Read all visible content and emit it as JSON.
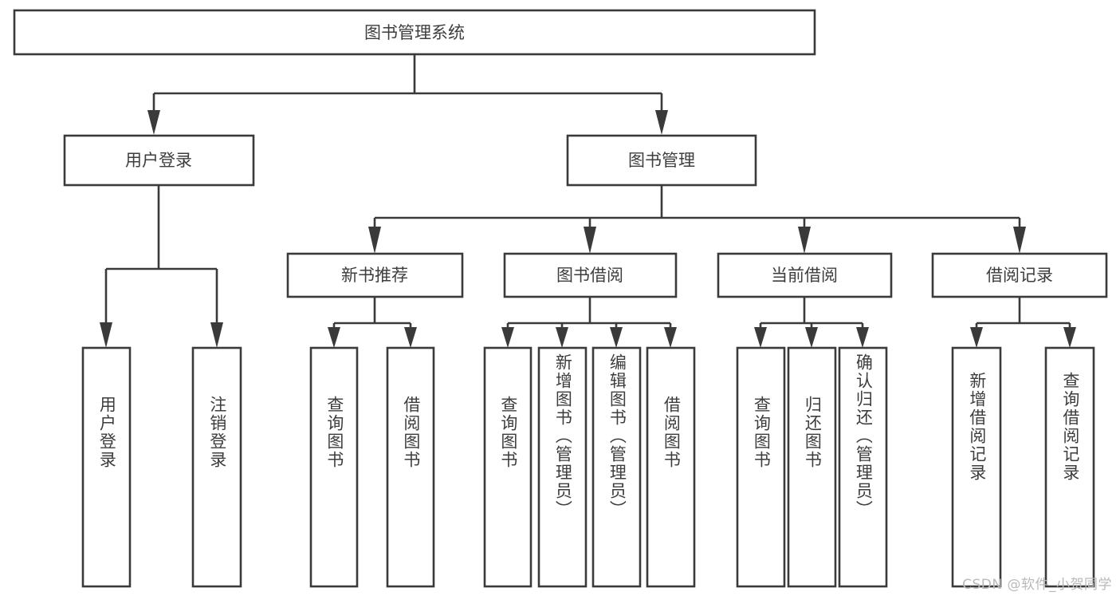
{
  "diagram": {
    "title": "图书管理系统",
    "type": "tree-structure-chart",
    "watermark": "CSDN @软件_小贺同学",
    "levels": [
      {
        "level": 1,
        "nodes": [
          {
            "id": "root",
            "label": "图书管理系统",
            "orientation": "horizontal"
          }
        ]
      },
      {
        "level": 2,
        "nodes": [
          {
            "id": "user-login",
            "label": "用户登录",
            "orientation": "horizontal",
            "parent": "root"
          },
          {
            "id": "book-mgmt",
            "label": "图书管理",
            "orientation": "horizontal",
            "parent": "root"
          }
        ]
      },
      {
        "level": 3,
        "nodes": [
          {
            "id": "new-book-rec",
            "label": "新书推荐",
            "orientation": "horizontal",
            "parent": "book-mgmt"
          },
          {
            "id": "book-borrow",
            "label": "图书借阅",
            "orientation": "horizontal",
            "parent": "book-mgmt"
          },
          {
            "id": "current-borrow",
            "label": "当前借阅",
            "orientation": "horizontal",
            "parent": "book-mgmt"
          },
          {
            "id": "borrow-record",
            "label": "借阅记录",
            "orientation": "horizontal",
            "parent": "book-mgmt"
          }
        ]
      },
      {
        "level": 4,
        "nodes": [
          {
            "id": "leaf-user-login",
            "label": "用户登录",
            "orientation": "vertical",
            "parent": "user-login"
          },
          {
            "id": "leaf-logout",
            "label": "注销登录",
            "orientation": "vertical",
            "parent": "user-login"
          },
          {
            "id": "leaf-query-book-1",
            "label": "查询图书",
            "orientation": "vertical",
            "parent": "new-book-rec"
          },
          {
            "id": "leaf-borrow-book-1",
            "label": "借阅图书",
            "orientation": "vertical",
            "parent": "new-book-rec"
          },
          {
            "id": "leaf-query-book-2",
            "label": "查询图书",
            "orientation": "vertical",
            "parent": "book-borrow"
          },
          {
            "id": "leaf-add-book",
            "label": "新增图书（管理员）",
            "orientation": "vertical",
            "parent": "book-borrow"
          },
          {
            "id": "leaf-edit-book",
            "label": "编辑图书（管理员）",
            "orientation": "vertical",
            "parent": "book-borrow"
          },
          {
            "id": "leaf-borrow-book-2",
            "label": "借阅图书",
            "orientation": "vertical",
            "parent": "book-borrow"
          },
          {
            "id": "leaf-query-book-3",
            "label": "查询图书",
            "orientation": "vertical",
            "parent": "current-borrow"
          },
          {
            "id": "leaf-return-book",
            "label": "归还图书",
            "orientation": "vertical",
            "parent": "current-borrow"
          },
          {
            "id": "leaf-confirm-return",
            "label": "确认归还（管理员）",
            "orientation": "vertical",
            "parent": "current-borrow"
          },
          {
            "id": "leaf-add-record",
            "label": "新增借阅记录",
            "orientation": "vertical",
            "parent": "borrow-record"
          },
          {
            "id": "leaf-query-record",
            "label": "查询借阅记录",
            "orientation": "vertical",
            "parent": "borrow-record"
          }
        ]
      }
    ],
    "colors": {
      "stroke": "#3a3a3a",
      "box_fill": "#ffffff",
      "text": "#3d3d3d",
      "background": "#ffffff",
      "watermark": "#b9b9b9"
    }
  }
}
